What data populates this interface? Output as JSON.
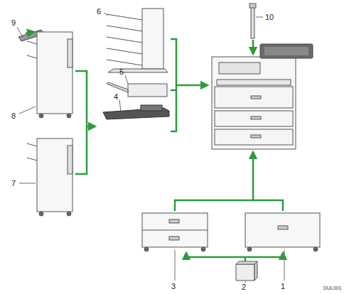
{
  "diagram": {
    "labels": [
      "9",
      "8",
      "7",
      "6",
      "5",
      "4",
      "10",
      "3",
      "2",
      "1",
      "DUL001"
    ]
  }
}
